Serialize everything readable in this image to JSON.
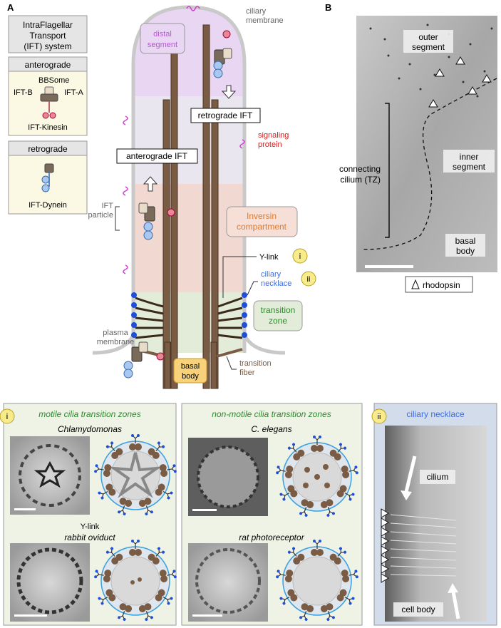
{
  "panel_a": {
    "letter": "A",
    "ift_box": [
      "IntraFlagellar",
      "Transport",
      "(IFT) system"
    ],
    "anterograde": {
      "title": "anterograde",
      "bbsome": "BBSome",
      "ift_b": "IFT-B",
      "ift_a": "IFT-A",
      "motor": "IFT-Kinesin"
    },
    "retrograde": {
      "title": "retrograde",
      "motor": "IFT-Dynein"
    },
    "labels": {
      "ciliary_membrane": [
        "ciliary",
        "membrane"
      ],
      "distal_segment": [
        "distal",
        "segment"
      ],
      "retrograde_ift": "retrograde IFT",
      "anterograde_ift": "anterograde IFT",
      "signaling_protein": [
        "signaling",
        "protein"
      ],
      "ift_particle": [
        "IFT",
        "particle"
      ],
      "inversin_compartment": [
        "Inversin",
        "compartment"
      ],
      "y_link": "Y-link",
      "ciliary_necklace": [
        "ciliary",
        "necklace"
      ],
      "marker_i": "i",
      "marker_ii": "ii",
      "transition_zone": [
        "transition",
        "zone"
      ],
      "plasma_membrane": [
        "plasma",
        "membrane"
      ],
      "basal_body": [
        "basal",
        "body"
      ],
      "transition_fiber": [
        "transition",
        "fiber"
      ]
    },
    "colors": {
      "distal": "#e9d6f2",
      "middle": "#e9e6f0",
      "inversin": "#f1d9d2",
      "tz": "#e3ecd8",
      "microtubule": "#7a5c45",
      "necklace": "#1f4fd8",
      "signaling": "#d43ad2",
      "inversin_text": "#e07a2e",
      "tz_text": "#2e8a2e",
      "necklace_text": "#3a6ee8",
      "signaling_text": "#d12020"
    }
  },
  "panel_b": {
    "letter": "B",
    "outer_segment": [
      "outer",
      "segment"
    ],
    "inner_segment": [
      "inner",
      "segment"
    ],
    "connecting_cilium": [
      "connecting",
      "cilium (TZ)"
    ],
    "basal_body": [
      "basal",
      "body"
    ],
    "legend": "rhodopsin"
  },
  "panel_i": {
    "marker": "i",
    "motile_title": "motile cilia transition zones",
    "nonmotile_title": "non-motile cilia transition zones",
    "chlamydomonas": "Chlamydomonas",
    "rabbit_oviduct": "rabbit oviduct",
    "c_elegans": "C. elegans",
    "rat_photoreceptor": "rat photoreceptor",
    "y_link": "Y-link"
  },
  "panel_ii": {
    "marker": "ii",
    "title": "ciliary necklace",
    "cilium": "cilium",
    "cell_body": "cell body"
  }
}
